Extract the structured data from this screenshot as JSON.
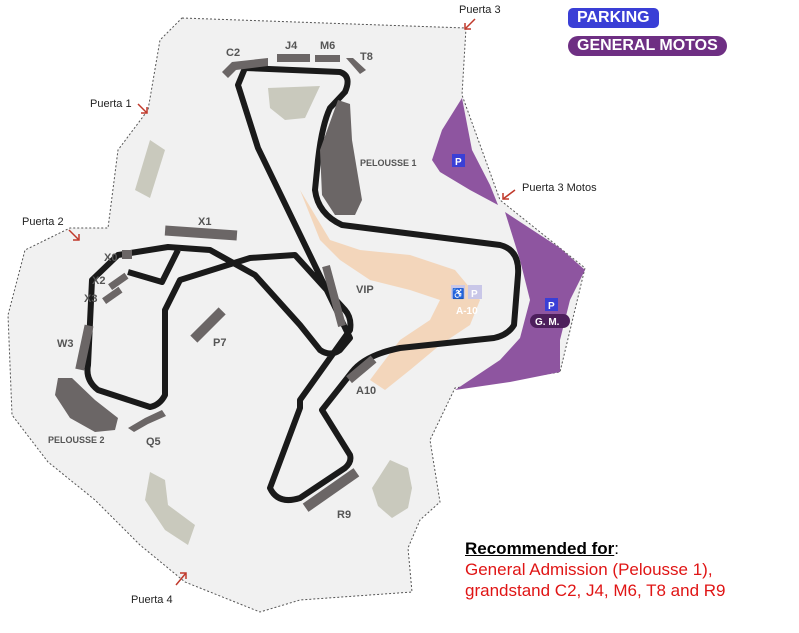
{
  "legend": {
    "parking": "PARKING",
    "general_motos": "GENERAL MOTOS"
  },
  "gates": {
    "puerta_1": "Puerta 1",
    "puerta_2": "Puerta 2",
    "puerta_3": "Puerta 3",
    "puerta_3_motos": "Puerta 3 Motos",
    "puerta_4": "Puerta 4"
  },
  "grandstands": {
    "c2": "C2",
    "j4": "J4",
    "m6": "M6",
    "t8": "T8",
    "pelousse_1": "PELOUSSE 1",
    "x1": "X1",
    "x0": "X0",
    "x2": "X2",
    "x3": "X3",
    "w3": "W3",
    "p7": "P7",
    "vip": "VIP",
    "a10": "A10",
    "pelousse_2": "PELOUSSE 2",
    "q5": "Q5",
    "r9": "R9"
  },
  "parking_markers": {
    "p_symbol": "P",
    "disabled_symbol": "♿",
    "a10_zone": "A-10",
    "gm_zone": "G. M."
  },
  "recommendation": {
    "title": "Recommended for",
    "colon": ":",
    "line_1": "General Admission (Pelousse 1),",
    "line_2": "grandstand C2, J4, M6, T8 and R9"
  },
  "colors": {
    "ground": "#f1f1f1",
    "track": "#1a1a1a",
    "stand": "#6b6666",
    "grass": "#c9c9bd",
    "paddock": "#f3d6bb",
    "motos_parking": "#8e55a0",
    "parking_blue": "#3a3fd6",
    "gate_arrow": "#c0392b",
    "recommend_text": "#e01515"
  }
}
